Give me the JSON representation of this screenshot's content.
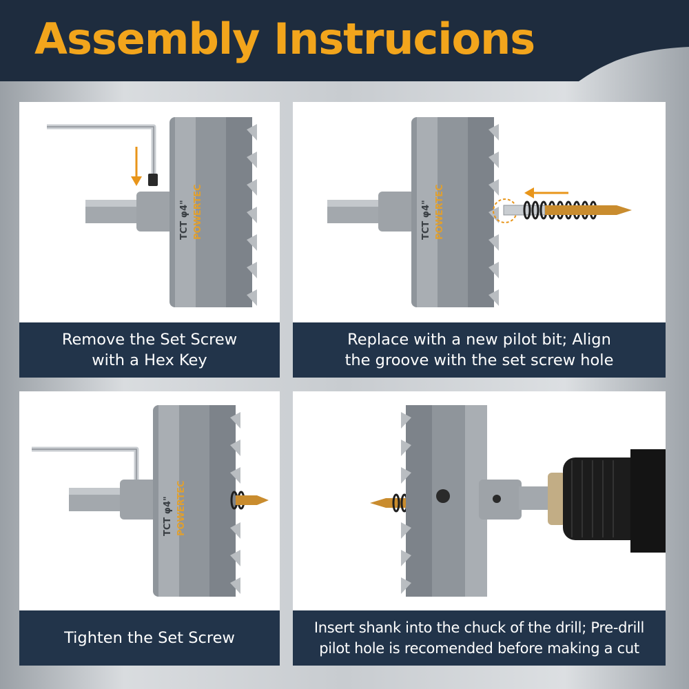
{
  "header": {
    "title": "Assembly Instrucions",
    "title_color": "#f2a51c",
    "band_color": "#1e2c3e"
  },
  "caption_bg": "#22344a",
  "panels": [
    {
      "caption": [
        "Remove the Set Screw",
        "with a Hex Key"
      ],
      "illustration": "hole-saw-hex-key-icon"
    },
    {
      "caption": [
        "Replace with a new pilot bit; Align",
        "the groove with the set screw hole"
      ],
      "illustration": "hole-saw-pilot-bit-icon"
    },
    {
      "caption": [
        "Tighten the Set Screw"
      ],
      "illustration": "hole-saw-tighten-icon"
    },
    {
      "caption": [
        "Insert shank into the chuck of the drill; Pre-drill",
        "pilot hole is recomended before making a cut"
      ],
      "illustration": "hole-saw-drill-chuck-icon"
    }
  ],
  "product": {
    "brand": "POWERTEC",
    "size_label": "TCT φ4\""
  }
}
